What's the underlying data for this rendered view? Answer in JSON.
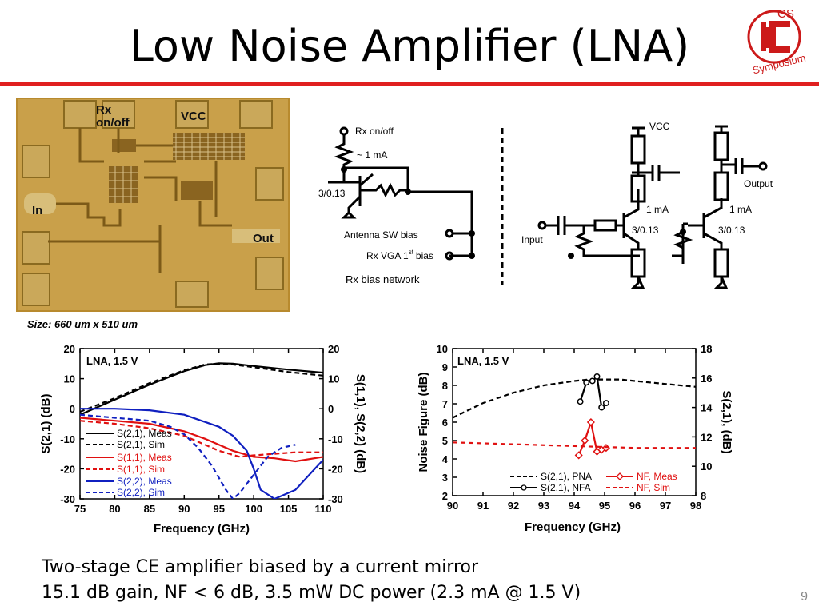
{
  "slide": {
    "title": "Low Noise Amplifier (LNA)",
    "page_number": "9",
    "logo": {
      "top": "CS",
      "bottom": "Symposium"
    },
    "accent_color": "#e02020"
  },
  "chip_photo": {
    "labels": {
      "rx": "Rx",
      "onoff": "on/off",
      "vcc": "VCC",
      "in": "In",
      "out": "Out"
    },
    "size_caption": "Size: 660 um x 510 um"
  },
  "schematic": {
    "rx_onoff": "Rx on/off",
    "bias_current": "~ 1 mA",
    "mirror_size": "3/0.13",
    "antenna_sw_bias": "Antenna SW bias",
    "rx_vga_bias_a": "Rx VGA 1",
    "rx_vga_bias_sup": "st",
    "rx_vga_bias_b": "bias",
    "network_label": "Rx bias network",
    "vcc": "VCC",
    "input": "Input",
    "output": "Output",
    "stage1_current": "1 mA",
    "stage1_size": "3/0.13",
    "stage2_current": "1 mA",
    "stage2_size": "3/0.13"
  },
  "bullets": [
    "Two-stage CE amplifier biased by a current mirror",
    "15.1 dB gain, NF < 6 dB, 3.5 mW DC power (2.3 mA @ 1.5 V)"
  ],
  "chart_data": [
    {
      "type": "line",
      "annotation": "LNA, 1.5 V",
      "xlabel": "Frequency (GHz)",
      "ylabel": "S(2,1) (dB)",
      "y2label": "S(1,1), S(2,2) (dB)",
      "xlim": [
        75,
        110
      ],
      "ylim": [
        -30,
        20
      ],
      "xticks": [
        "75",
        "80",
        "85",
        "90",
        "95",
        "100",
        "105",
        "110"
      ],
      "yticks": [
        "20",
        "10",
        "0",
        "-10",
        "-20",
        "-30"
      ],
      "y2ticks": [
        "20",
        "10",
        "0",
        "-10",
        "-20",
        "-30"
      ],
      "grid": false,
      "legend_position": "bottom-left",
      "series": [
        {
          "name": "S(2,1), Meas",
          "color": "#000000",
          "dash": "solid",
          "x": [
            75,
            80,
            85,
            90,
            93,
            95,
            97,
            100,
            105,
            110
          ],
          "y": [
            -2.0,
            3.0,
            8.0,
            12.5,
            14.5,
            15.1,
            15.0,
            14.2,
            13.0,
            12.0
          ]
        },
        {
          "name": "S(2,1), Sim",
          "color": "#000000",
          "dash": "dashed",
          "x": [
            75,
            80,
            85,
            90,
            93,
            95,
            97,
            100,
            105,
            110
          ],
          "y": [
            -1.0,
            3.5,
            8.5,
            12.8,
            14.7,
            15.0,
            14.7,
            13.8,
            12.2,
            11.0
          ]
        },
        {
          "name": "S(1,1), Meas",
          "color": "#e01010",
          "dash": "solid",
          "x": [
            75,
            80,
            85,
            90,
            93,
            95,
            97,
            100,
            103,
            106,
            110
          ],
          "y": [
            -3.0,
            -4.0,
            -5.0,
            -7.5,
            -10.0,
            -12.0,
            -14.0,
            -16.0,
            -16.5,
            -17.5,
            -16.0
          ]
        },
        {
          "name": "S(1,1), Sim",
          "color": "#e01010",
          "dash": "dashed",
          "x": [
            75,
            80,
            85,
            90,
            93,
            95,
            98,
            100,
            103,
            106,
            110
          ],
          "y": [
            -4.0,
            -5.0,
            -6.5,
            -9.0,
            -12.0,
            -14.0,
            -16.0,
            -15.5,
            -15.0,
            -14.5,
            -14.5
          ]
        },
        {
          "name": "S(2,2), Meas",
          "color": "#1020c0",
          "dash": "solid",
          "x": [
            75,
            80,
            85,
            90,
            95,
            97,
            99,
            100,
            101,
            103,
            106,
            108,
            110
          ],
          "y": [
            0.0,
            0.0,
            -0.5,
            -2.0,
            -6.0,
            -9.0,
            -14.0,
            -20.0,
            -27.0,
            -30.0,
            -27.0,
            -22.0,
            -17.0
          ]
        },
        {
          "name": "S(2,2), Sim",
          "color": "#1020c0",
          "dash": "dashed",
          "x": [
            75,
            80,
            85,
            88,
            90,
            92,
            94,
            95,
            96,
            97,
            98,
            100,
            102,
            104,
            106
          ],
          "y": [
            -2.0,
            -3.0,
            -4.0,
            -6.0,
            -8.5,
            -13.0,
            -19.0,
            -23.0,
            -27.0,
            -30.0,
            -28.0,
            -22.0,
            -16.0,
            -13.0,
            -12.0
          ]
        }
      ]
    },
    {
      "type": "line",
      "annotation": "LNA, 1.5 V",
      "xlabel": "Frequency (GHz)",
      "ylabel": "Noise Figure (dB)",
      "y2label": "S(2,1), (dB)",
      "xlim": [
        90,
        98
      ],
      "ylim": [
        2,
        10
      ],
      "y2lim": [
        8,
        18
      ],
      "xticks": [
        "90",
        "91",
        "92",
        "93",
        "94",
        "95",
        "96",
        "97",
        "98"
      ],
      "yticks": [
        "10",
        "9",
        "8",
        "7",
        "6",
        "5",
        "4",
        "3",
        "2"
      ],
      "y2ticks": [
        "18",
        "16",
        "14",
        "12",
        "10",
        "8"
      ],
      "grid": false,
      "legend_position": "bottom",
      "series": [
        {
          "name": "S(2,1), PNA",
          "axis": "y2",
          "color": "#000000",
          "dash": "dashed",
          "x": [
            90,
            91,
            92,
            93,
            94,
            94.5,
            95,
            95.5,
            96,
            97,
            98
          ],
          "y": [
            13.3,
            14.3,
            15.0,
            15.5,
            15.8,
            15.9,
            15.9,
            15.9,
            15.8,
            15.6,
            15.4
          ]
        },
        {
          "name": "S(2,1), NFA",
          "axis": "y2",
          "color": "#000000",
          "dash": "solid",
          "marker": "circle",
          "x": [
            94.2,
            94.4,
            94.6,
            94.75,
            94.9,
            95.05
          ],
          "y": [
            14.4,
            15.7,
            15.8,
            16.1,
            14.0,
            14.3
          ]
        },
        {
          "name": "NF, Meas",
          "axis": "y",
          "color": "#e01010",
          "dash": "solid",
          "marker": "diamond",
          "x": [
            94.15,
            94.35,
            94.55,
            94.75,
            94.9,
            95.05
          ],
          "y": [
            4.2,
            5.0,
            6.0,
            4.4,
            4.5,
            4.6
          ]
        },
        {
          "name": "NF, Sim",
          "axis": "y",
          "color": "#e01010",
          "dash": "dashed",
          "x": [
            90,
            92,
            94,
            96,
            98
          ],
          "y": [
            4.9,
            4.8,
            4.7,
            4.6,
            4.6
          ]
        }
      ]
    }
  ]
}
